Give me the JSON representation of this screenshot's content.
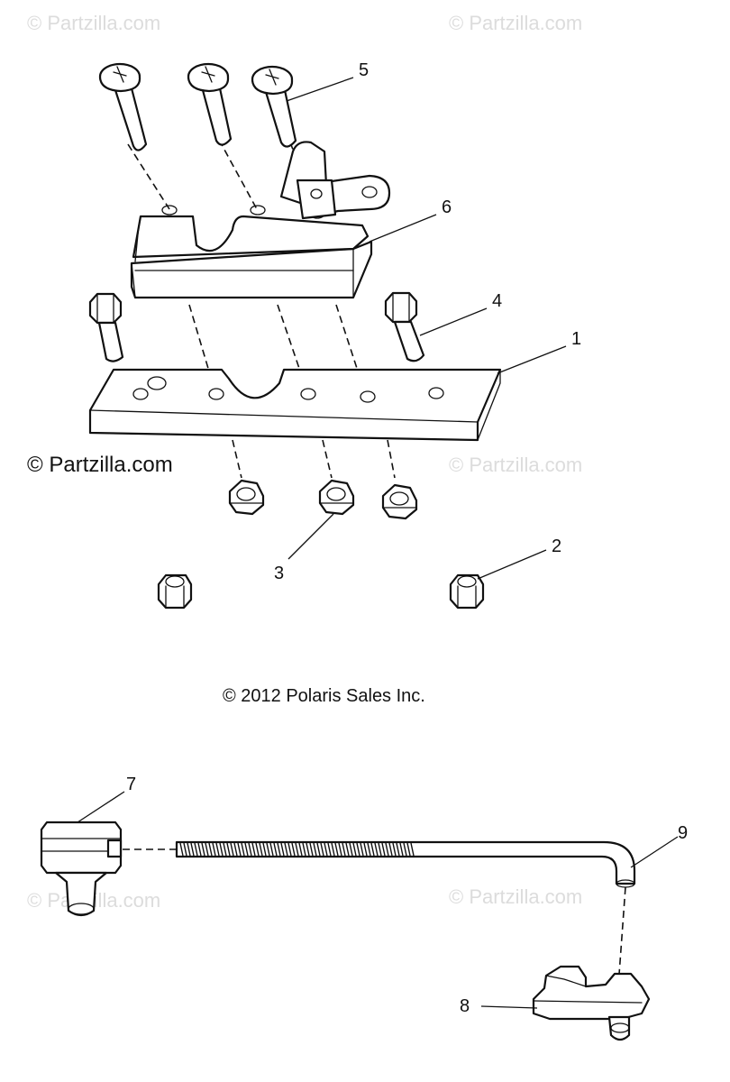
{
  "watermarks": {
    "top_left": "© Partzilla.com",
    "top_right": "© Partzilla.com",
    "middle_left": "© Partzilla.com",
    "middle_right": "© Partzilla.com",
    "lower_left": "© Partzilla.com",
    "lower_right": "© Partzilla.com"
  },
  "copyright": "© 2012 Polaris Sales Inc.",
  "callouts": [
    "1",
    "2",
    "3",
    "4",
    "5",
    "6",
    "7",
    "8",
    "9"
  ]
}
